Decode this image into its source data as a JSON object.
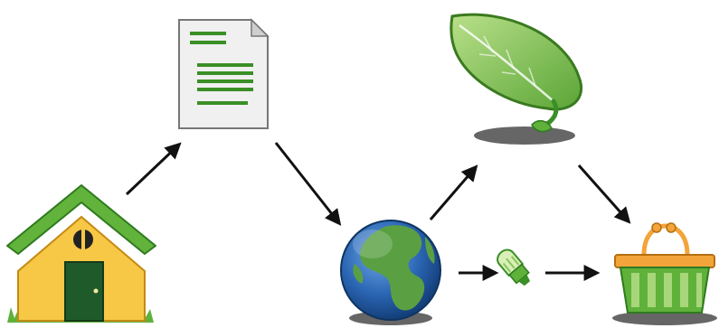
{
  "diagram": {
    "nodes": [
      {
        "id": "house",
        "icon": "house-icon"
      },
      {
        "id": "document",
        "icon": "document-icon"
      },
      {
        "id": "globe",
        "icon": "globe-icon"
      },
      {
        "id": "leaf",
        "icon": "leaf-icon"
      },
      {
        "id": "bulb",
        "icon": "energy-saving-bulb-icon"
      },
      {
        "id": "basket",
        "icon": "shopping-basket-icon"
      }
    ],
    "edges": [
      {
        "from": "house",
        "to": "document"
      },
      {
        "from": "document",
        "to": "globe"
      },
      {
        "from": "globe",
        "to": "leaf"
      },
      {
        "from": "globe",
        "to": "bulb"
      },
      {
        "from": "bulb",
        "to": "basket"
      },
      {
        "from": "leaf",
        "to": "basket"
      }
    ],
    "colors": {
      "green_dark": "#3a8f26",
      "green_mid": "#5fb13a",
      "green_light": "#a8d67a",
      "house_wall": "#f7c746",
      "roof": "#62b33b",
      "door": "#1f5a2a",
      "ocean": "#2b66b4",
      "land": "#5aa043",
      "basket_orange": "#f3a43a",
      "arrow": "#111111",
      "shadow": "#666666"
    }
  }
}
